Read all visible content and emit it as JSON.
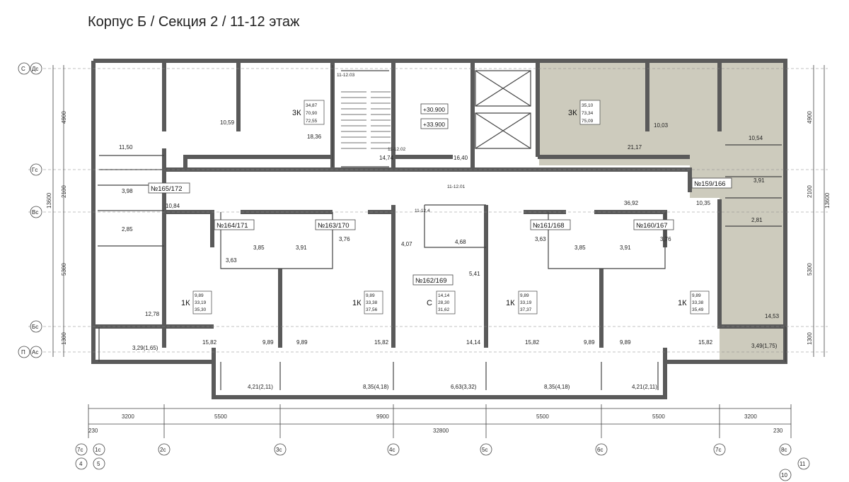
{
  "title": "Корпус Б / Секция 2 / 11-12 этаж",
  "colors": {
    "wall": "#5a5a5a",
    "highlight": "#cdcbbd",
    "line": "#444444"
  },
  "axes_left": [
    {
      "left": "С",
      "right": "Дс"
    },
    {
      "left": "",
      "right": "Гс"
    },
    {
      "left": "",
      "right": "Вс"
    },
    {
      "left": "",
      "right": "Бс"
    },
    {
      "left": "П",
      "right": "Ас"
    }
  ],
  "axes_bottom": [
    "7с",
    "1с",
    "2с",
    "3с",
    "4с",
    "5с",
    "6с",
    "7с",
    "8с"
  ],
  "axes_bottom_sub": [
    "4",
    "5",
    "10",
    "11"
  ],
  "dims_vertical_left": [
    "4900",
    "2100",
    "5300",
    "1300"
  ],
  "dims_vertical_right": [
    "4900",
    "2100",
    "5300",
    "1300"
  ],
  "total_height": "13600",
  "dims_bottom": [
    "3200",
    "5500",
    "9900",
    "5500",
    "5500",
    "3200"
  ],
  "dim_total": "32800",
  "dim_edge": "230",
  "levels": [
    "+30.900",
    "+33.900"
  ],
  "stair_tags": [
    "11-12.03",
    "11-12.02",
    "11-12.01",
    "11-12.4"
  ],
  "units": [
    {
      "label": "№165/172"
    },
    {
      "label": "№164/171"
    },
    {
      "label": "№163/170"
    },
    {
      "label": "№162/169"
    },
    {
      "label": "№161/168"
    },
    {
      "label": "№160/167"
    },
    {
      "label": "№159/166"
    }
  ],
  "apartments": [
    {
      "type": "3К",
      "a": "34,87",
      "b": "70,90",
      "c": "72,55"
    },
    {
      "type": "3К",
      "a": "35,10",
      "b": "73,34",
      "c": "75,09"
    },
    {
      "type": "1К",
      "a": "9,89",
      "b": "33,19",
      "c": "35,30"
    },
    {
      "type": "1К",
      "a": "9,89",
      "b": "33,38",
      "c": "37,56"
    },
    {
      "type": "С",
      "a": "14,14",
      "b": "28,30",
      "c": "31,62"
    },
    {
      "type": "1К",
      "a": "9,89",
      "b": "33,19",
      "c": "37,37"
    },
    {
      "type": "1К",
      "a": "9,89",
      "b": "33,38",
      "c": "35,49"
    }
  ],
  "areas": [
    "10,59",
    "11,50",
    "18,36",
    "14,74",
    "16,40",
    "10,03",
    "21,17",
    "10,54",
    "3,98",
    "10,84",
    "2,85",
    "12,78",
    "3,29(1,65)",
    "3,63",
    "3,85",
    "3,91",
    "3,76",
    "4,07",
    "4,68",
    "5,41",
    "36,92",
    "3,63",
    "3,85",
    "3,91",
    "3,76",
    "10,35",
    "3,91",
    "2,81",
    "14,53",
    "3,49(1,75)",
    "15,82",
    "9,89",
    "9,89",
    "15,82",
    "14,14",
    "15,82",
    "9,89",
    "9,89",
    "15,82",
    "4,21(2,11)",
    "8,35(4,18)",
    "6,63(3,32)",
    "8,35(4,18)",
    "4,21(2,11)"
  ]
}
